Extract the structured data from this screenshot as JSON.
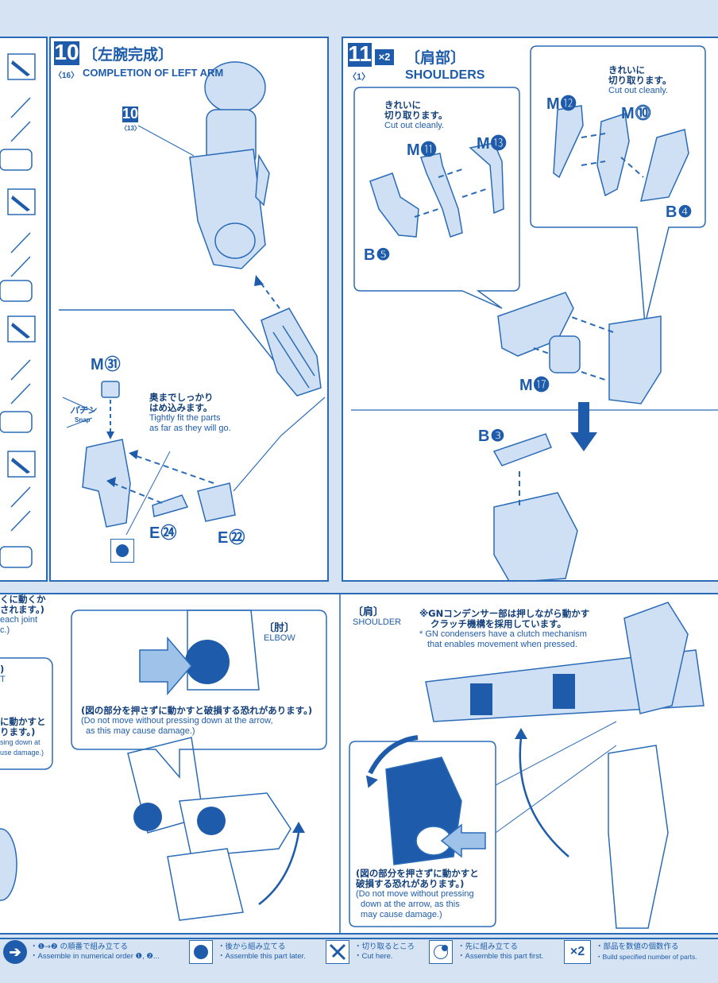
{
  "step10": {
    "number": "10",
    "title_jp": "〔左腕完成〕",
    "title_count": "〈16〉",
    "title_en": "COMPLETION OF LEFT ARM",
    "ref_number": "10",
    "ref_count": "〈13〉",
    "parts": {
      "m31": "M㉛",
      "e24": "E㉔",
      "e22": "E㉒"
    },
    "snap_jp": "パチン",
    "snap_en": "Snap",
    "note_jp1": "奥までしっかり",
    "note_jp2": "はめ込みます。",
    "note_en1": "Tightly fit the parts",
    "note_en2": "as far as they will go."
  },
  "step11": {
    "number": "11",
    "multiplier": "×2",
    "title_jp": "〔肩部〕",
    "title_count": "〈1〉",
    "title_en": "SHOULDERS",
    "cut_jp1": "きれいに",
    "cut_jp2": "切り取ります。",
    "cut_en": "Cut out cleanly.",
    "parts": {
      "m11": "M⓫",
      "m13": "M⓭",
      "b5": "B❺",
      "m12": "M⓬",
      "m10": "M⓾",
      "b4": "B❹",
      "m17": "M⓱",
      "b3": "B❸"
    }
  },
  "lower_left": {
    "frag1": "くに動くか",
    "frag2": "されます。)",
    "frag3": "each joint",
    "frag4": "c.)",
    "frag5": ")",
    "frag6": "T",
    "frag7": "に動かすと",
    "frag8": "ります。)",
    "frag9": "sing down at",
    "frag10": "use damage.)"
  },
  "elbow": {
    "label_jp": "〔肘〕",
    "label_en": "ELBOW",
    "warn_jp": "(図の部分を押さずに動かすと破損する恐れがあります。)",
    "warn_en1": "(Do not move without pressing down at the arrow,",
    "warn_en2": "as this may cause damage.)"
  },
  "shoulder": {
    "label_jp": "〔肩〕",
    "label_en": "SHOULDER",
    "gn_jp1": "※GNコンデンサー部は押しながら動かす",
    "gn_jp2": "クラッチ機構を採用しています。",
    "gn_en1": "* GN condensers have a clutch mechanism",
    "gn_en2": "that enables movement when pressed.",
    "warn_jp1": "(図の部分を押さずに動かすと",
    "warn_jp2": "破損する恐れがあります。)",
    "warn_en1": "(Do not move without pressing",
    "warn_en2": "down at the arrow, as this",
    "warn_en3": "may cause damage.)"
  },
  "legend": [
    {
      "jp": "・❶→❷ の順番で組み立てる",
      "en": "・Assemble in numerical order ❶, ❷..."
    },
    {
      "jp": "・後から組み立てる",
      "en": "・Assemble this part later."
    },
    {
      "jp": "・切り取るところ",
      "en": "・Cut here."
    },
    {
      "jp": "・先に組み立てる",
      "en": "・Assemble this part first."
    },
    {
      "jp": "・部品を数値の個数作る",
      "en": "・Build specified number of parts.",
      "icon_text": "×2"
    }
  ],
  "colors": {
    "accent": "#1e5cab",
    "line": "#2a6bb8",
    "paper": "#ffffff",
    "bg": "#d5e3f2",
    "part_fill": "#cfe0f4"
  }
}
